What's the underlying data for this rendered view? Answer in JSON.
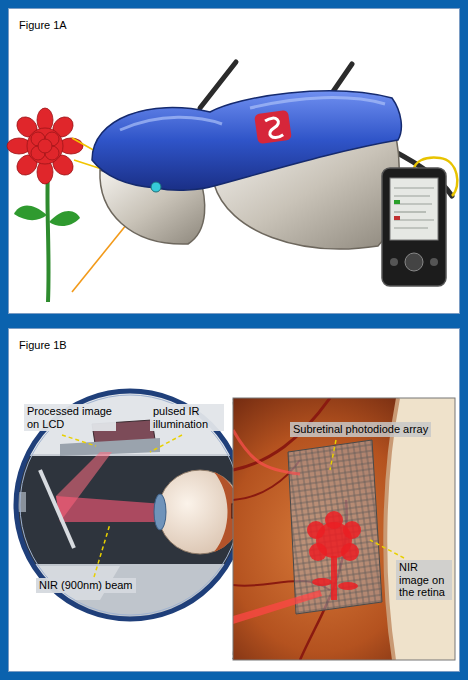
{
  "diagram": {
    "nodes": [
      {
        "text": [
          "Figure 1A"
        ]
      },
      {
        "text": [
          "Figure 1B"
        ]
      }
    ],
    "labels": [
      "Processed image on LCD",
      "pulsed IR illumination",
      "NIR (900nm) beam",
      "Subretinal photodiode array",
      "NIR image on the retina"
    ]
  }
}
